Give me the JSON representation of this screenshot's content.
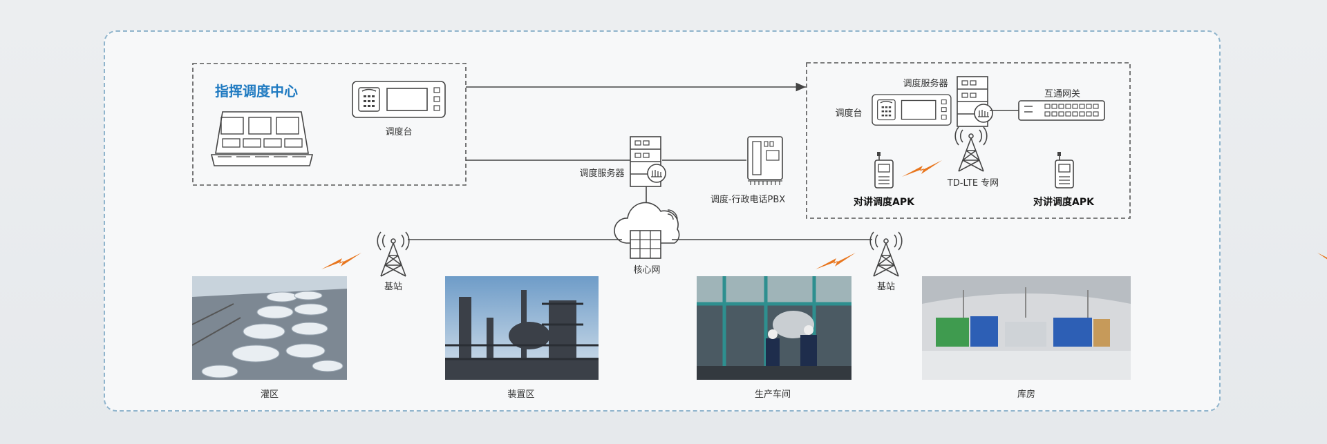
{
  "command_center": {
    "title": "指挥调度中心",
    "console_label": "调度台"
  },
  "center": {
    "server_label": "调度服务器",
    "pbx_label": "调度-行政电话PBX",
    "core_label": "核心网"
  },
  "lte_box": {
    "server_label": "调度服务器",
    "gateway_label": "互通网关",
    "console_label": "调度台",
    "lte_label": "TD-LTE 专网",
    "apk_left": "对讲调度APK",
    "apk_right": "对讲调度APK"
  },
  "base_stations": {
    "left": "基站",
    "right": "基站"
  },
  "areas": {
    "tank": "灌区",
    "device": "装置区",
    "workshop": "生产车间",
    "warehouse": "库房"
  },
  "colors": {
    "accent": "#1f7ac1",
    "bolt": "#e8761e",
    "line": "#444444",
    "border": "#8fb4cc"
  }
}
